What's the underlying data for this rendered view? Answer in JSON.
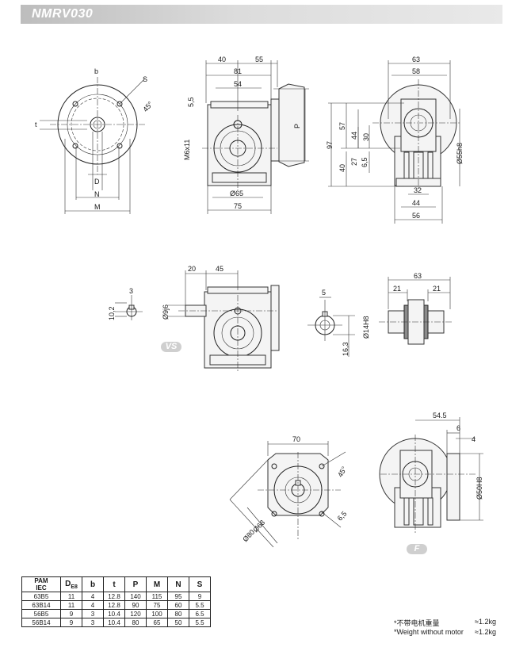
{
  "header": {
    "title": "NMRV030"
  },
  "view1": {
    "labels": {
      "t": "t",
      "b": "b",
      "s": "S",
      "d": "D",
      "n": "N",
      "m": "M",
      "angle": "45°"
    }
  },
  "view2": {
    "labels": {
      "w40": "40",
      "w55": "55",
      "w81": "81",
      "w54": "54",
      "h55": "5,5",
      "p": "P",
      "m6": "M6x11",
      "d65": "Ø65",
      "w75": "75"
    }
  },
  "view3": {
    "labels": {
      "w63": "63",
      "w58": "58",
      "h97": "97",
      "h57": "57",
      "h44": "44",
      "h30": "30",
      "h27": "27",
      "h40": "40",
      "h65": "6,5",
      "d55": "Ø55h8",
      "w32": "32",
      "w44": "44",
      "w56": "56"
    }
  },
  "view4": {
    "labels": {
      "w3": "3",
      "h102": "10,2"
    }
  },
  "view5": {
    "labels": {
      "w20": "20",
      "w45": "45",
      "d96": "Ø9j6"
    }
  },
  "view6": {
    "labels": {
      "w5": "5",
      "d14": "Ø14H8",
      "h163": "16,3"
    }
  },
  "view7": {
    "labels": {
      "w63": "63",
      "w21a": "21",
      "w21b": "21"
    }
  },
  "view8": {
    "labels": {
      "w70": "70",
      "angle": "45°",
      "d68": "Ø68",
      "d80": "Ø80",
      "w65": "6,5"
    }
  },
  "view9": {
    "labels": {
      "w545": "54.5",
      "w6": "6",
      "w4": "4",
      "d50": "Ø50H8"
    }
  },
  "badges": {
    "vs": "VS",
    "f": "F"
  },
  "table": {
    "headers": [
      "PAM\nIEC",
      "D",
      "b",
      "t",
      "P",
      "M",
      "N",
      "S"
    ],
    "header_d_sub": "E8",
    "rows": [
      [
        "63B5",
        "11",
        "4",
        "12.8",
        "140",
        "115",
        "95",
        "9"
      ],
      [
        "63B14",
        "11",
        "4",
        "12.8",
        "90",
        "75",
        "60",
        "5.5"
      ],
      [
        "56B5",
        "9",
        "3",
        "10.4",
        "120",
        "100",
        "80",
        "6.5"
      ],
      [
        "56B14",
        "9",
        "3",
        "10.4",
        "80",
        "65",
        "50",
        "5.5"
      ]
    ]
  },
  "weight": {
    "cn_label": "*不带电机重量",
    "cn_value": "≈1.2kg",
    "en_label": "*Weight without motor",
    "en_value": "≈1.2kg"
  }
}
